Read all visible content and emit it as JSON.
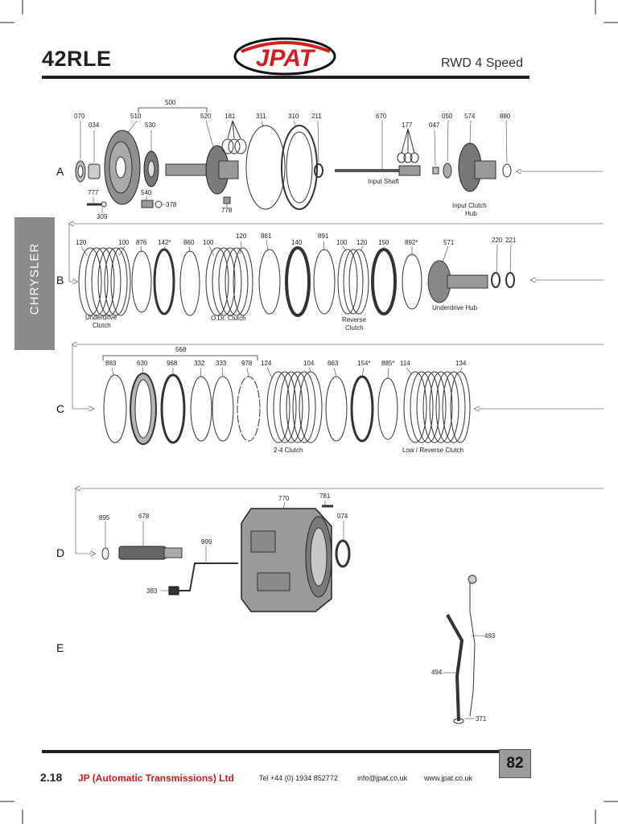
{
  "header": {
    "model": "42RLE",
    "brand": "JPAT",
    "spec": "RWD 4 Speed"
  },
  "side_tab": {
    "label": "CHRYSLER"
  },
  "rows": [
    "A",
    "B",
    "C",
    "D",
    "E"
  ],
  "parts": {
    "p070": "070",
    "p034": "034",
    "p500": "500",
    "p510": "510",
    "p530": "530",
    "p520": "520",
    "p181": "181",
    "p311": "311",
    "p310": "310",
    "p211": "211",
    "p670": "670",
    "p177": "177",
    "p047": "047",
    "p050": "050",
    "p574": "574",
    "p880": "880",
    "p777": "777",
    "p309": "309",
    "p540": "540",
    "p378": "378",
    "p778": "778",
    "b120a": "120",
    "b100a": "100",
    "p876": "876",
    "p142": "142*",
    "p860": "860",
    "b100b": "100",
    "b120b": "120",
    "p861": "861",
    "p140": "140",
    "p891": "891",
    "b100c": "100",
    "b120c": "120",
    "p150": "150",
    "p892": "892*",
    "p571": "571",
    "p220": "220",
    "p221": "221",
    "p568": "568",
    "p883": "883",
    "p630": "630",
    "p968": "968",
    "p332": "332",
    "p333": "333",
    "p978": "978",
    "p124": "124",
    "p104": "104",
    "p863": "863",
    "p154": "154*",
    "p885": "885*",
    "p114": "114",
    "p134": "134",
    "p895": "895",
    "p678": "678",
    "p999": "999",
    "p383": "383",
    "p770": "770",
    "p781": "781",
    "p074": "074",
    "p493": "493",
    "p494": "494",
    "p371": "371"
  },
  "captions": {
    "input_shaft": "Input Shaft",
    "input_clutch_hub": [
      "Input Clutch",
      "Hub"
    ],
    "underdrive_clutch": [
      "Underdrive",
      "Clutch"
    ],
    "od_clutch": "O.Dr. Clutch",
    "reverse_clutch": [
      "Reverse",
      "Clutch"
    ],
    "underdrive_hub": "Underdrive Hub",
    "clutch_24": "2-4 Clutch",
    "low_reverse_clutch": "Low / Reverse Clutch"
  },
  "footer": {
    "ref": "2.18",
    "company": "JP (Automatic Transmissions) Ltd",
    "tel": "Tel +44 (0) 1934 852772",
    "email": "info@jpat.co.uk",
    "web": "www.jpat.co.uk",
    "page": "82"
  },
  "colors": {
    "brand_red": "#d21e1e",
    "tab_grey": "#8a8a8a",
    "page_box": "#9a9a9a"
  }
}
